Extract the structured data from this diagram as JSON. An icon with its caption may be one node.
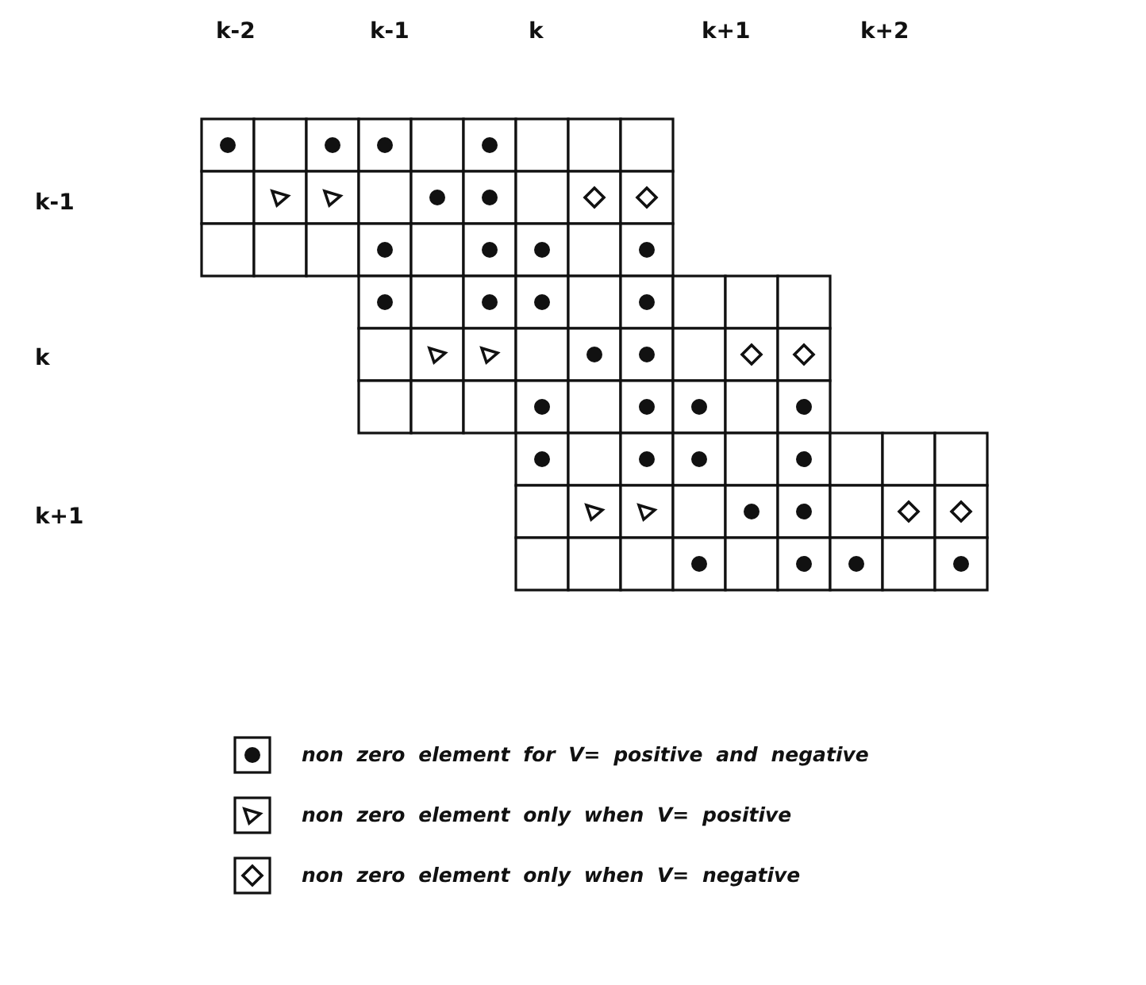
{
  "diagram": {
    "labels": [
      "k-2",
      "k-1",
      "k",
      "k+1",
      "k+2",
      "k-1",
      "k",
      "k+1"
    ],
    "legend": [
      {
        "text": "non zero element for V= positive and negative"
      },
      {
        "text": "non zero element only when V= positive"
      },
      {
        "text": "non zero element only when V= negative"
      }
    ]
  }
}
